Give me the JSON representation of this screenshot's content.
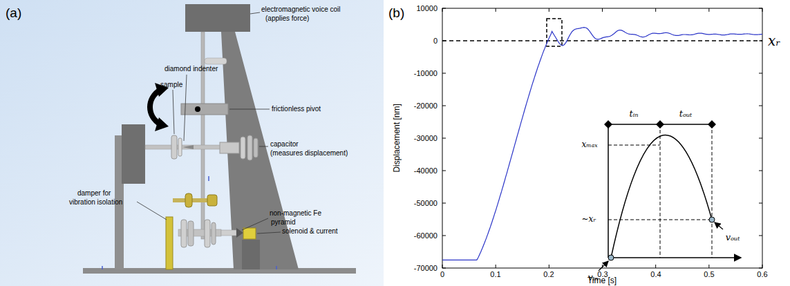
{
  "diagram": {
    "labels": [
      "(a)",
      "electromagnetic voice coil",
      "(applies force)",
      "diamond indenter",
      "sample",
      "frictionless pivot",
      "capacitor",
      "(measures displacement)",
      "damper for",
      "vibration isolation",
      "non-magnetic Fe",
      "pyramid",
      "solenoid & current",
      "(b)",
      "10000",
      "0",
      "-10000",
      "-20000",
      "-30000",
      "-40000",
      "-50000",
      "-60000",
      "-70000",
      "0",
      "0.1",
      "0.2",
      "0.3",
      "0.4",
      "0.5",
      "0.6",
      "Displacement [nm]",
      "Time [s]",
      "xᵣ",
      "tᵢₙ",
      "tₒᵤₜ",
      "xₘₐₓ",
      "~xᵣ",
      "vₒᵤₜ",
      "vᵢₙ"
    ]
  }
}
